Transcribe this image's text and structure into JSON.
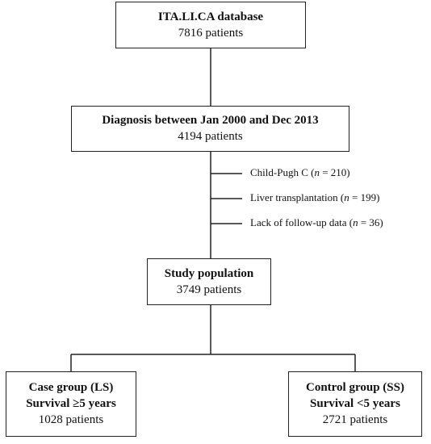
{
  "database": {
    "title": "ITA.LI.CA database",
    "count": "7816 patients"
  },
  "diagnosis": {
    "title": "Diagnosis between Jan 2000 and Dec 2013",
    "count": "4194 patients"
  },
  "exclusions": [
    {
      "label": "Child-Pugh C (",
      "var": "n",
      "value": " = 210)"
    },
    {
      "label": "Liver transplantation (",
      "var": "n",
      "value": " = 199)"
    },
    {
      "label": "Lack of follow-up data (",
      "var": "n",
      "value": " = 36)"
    }
  ],
  "study": {
    "title": "Study population",
    "count": "3749 patients"
  },
  "case_group": {
    "title": "Case group (LS)",
    "subtitle": "Survival ≥5 years",
    "count": "1028 patients"
  },
  "control_group": {
    "title": "Control group (SS)",
    "subtitle": "Survival <5 years",
    "count": "2721 patients"
  },
  "colors": {
    "line": "#222222",
    "text": "#111111",
    "background": "#ffffff"
  }
}
